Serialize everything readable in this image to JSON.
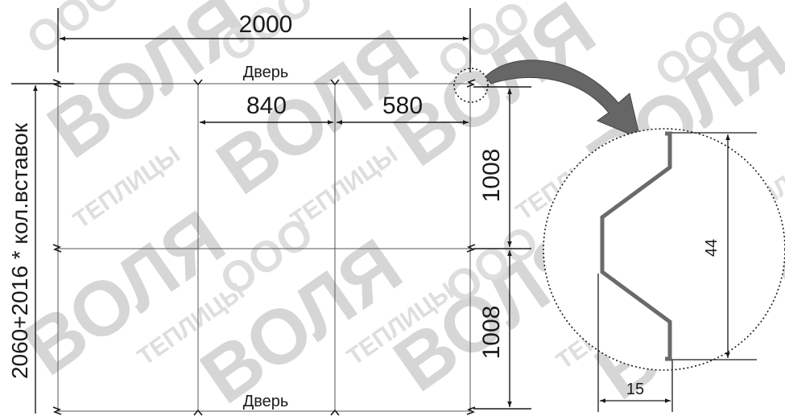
{
  "watermark": {
    "brand": "ВОЛЯ",
    "prefix": "ООО",
    "sub": "ТЕПЛИЦЫ"
  },
  "drawing": {
    "top_width": "2000",
    "door_top": "Дверь",
    "door_bottom": "Дверь",
    "segment_middle": "840",
    "segment_right": "580",
    "height_upper": "1008",
    "height_lower": "1008",
    "height_formula": "2060+2016 * кол.вставок"
  },
  "profile_detail": {
    "height": "44",
    "width": "15"
  },
  "colors": {
    "line": "#1a1a1a",
    "grid": "#555555",
    "arrow_fill": "#666666",
    "profile": "#6a6a6a",
    "watermark": "#d6d6d6"
  }
}
